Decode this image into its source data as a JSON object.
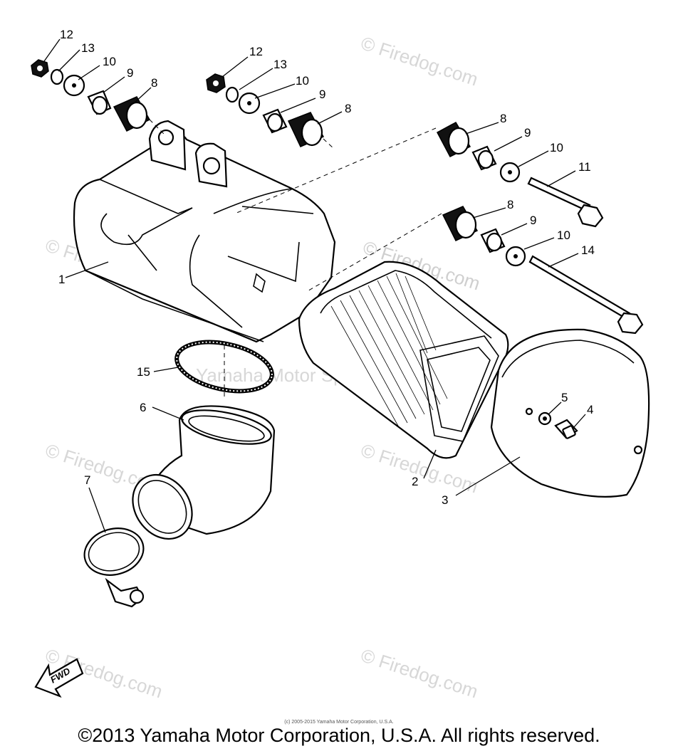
{
  "watermarks": {
    "firedog": "© Firedog.com",
    "center": "Yamaha Motor Sports U.S.A."
  },
  "part_labels": {
    "p1": "1",
    "p2": "2",
    "p3": "3",
    "p4": "4",
    "p5": "5",
    "p6": "6",
    "p7": "7",
    "p8a": "8",
    "p8b": "8",
    "p8c": "8",
    "p8d": "8",
    "p9a": "9",
    "p9b": "9",
    "p9c": "9",
    "p9d": "9",
    "p10a": "10",
    "p10b": "10",
    "p10c": "10",
    "p10d": "10",
    "p11": "11",
    "p12a": "12",
    "p12b": "12",
    "p13a": "13",
    "p13b": "13",
    "p14": "14",
    "p15": "15"
  },
  "fwd_label": "FWD",
  "small_copyright": "(c) 2005-2015 Yamaha Motor Corporation, U.S.A.",
  "footer": "©2013 Yamaha Motor Corporation, U.S.A. All rights reserved."
}
